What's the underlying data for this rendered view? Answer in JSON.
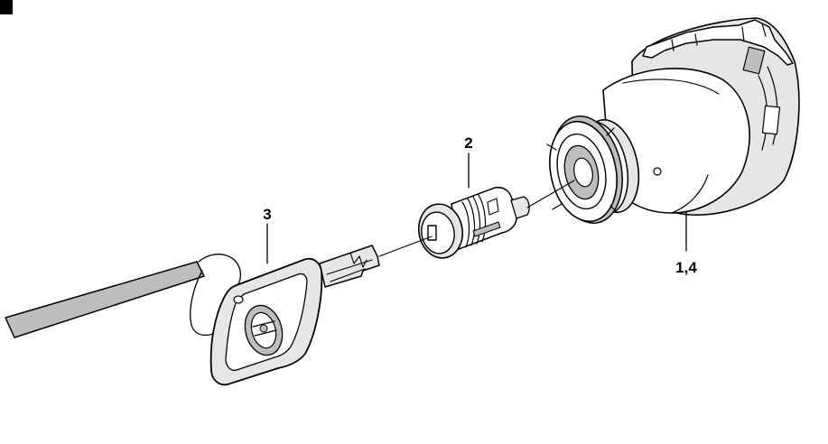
{
  "labels": {
    "cylinder": "2",
    "key": "3",
    "switch_housing": "1,4"
  }
}
